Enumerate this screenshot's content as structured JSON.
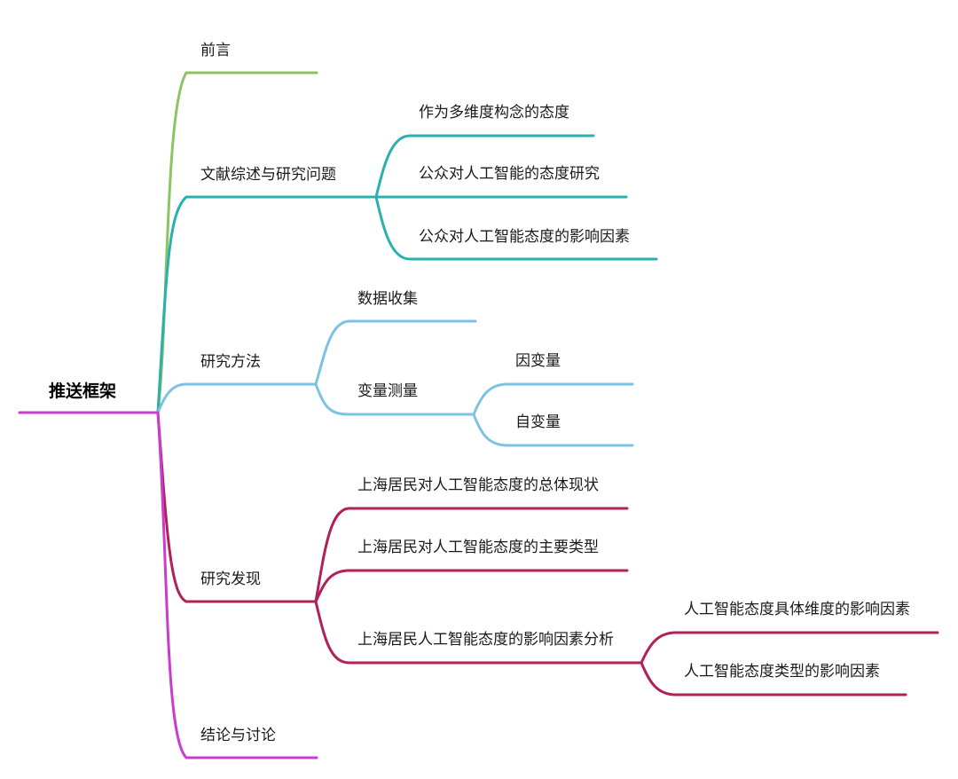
{
  "colors": {
    "magenta": "#c93ccd",
    "green": "#8dc462",
    "teal": "#2bb0ae",
    "blue": "#7cc3e3",
    "crimson": "#b2205a"
  },
  "root": {
    "label": "推送框架"
  },
  "branches": {
    "preface": {
      "label": "前言"
    },
    "literature": {
      "label": "文献综述与研究问题",
      "children": [
        "作为多维度构念的态度",
        "公众对人工智能的态度研究",
        "公众对人工智能态度的影响因素"
      ]
    },
    "methods": {
      "label": "研究方法",
      "children": {
        "data_collection": "数据收集",
        "measurement": {
          "label": "变量测量",
          "children": [
            "因变量",
            "自变量"
          ]
        }
      }
    },
    "findings": {
      "label": "研究发现",
      "children": {
        "overall": "上海居民对人工智能态度的总体现状",
        "types": "上海居民对人工智能态度的主要类型",
        "factors": {
          "label": "上海居民人工智能态度的影响因素分析",
          "children": [
            "人工智能态度具体维度的影响因素",
            "人工智能态度类型的影响因素"
          ]
        }
      }
    },
    "conclusion": {
      "label": "结论与讨论"
    }
  }
}
